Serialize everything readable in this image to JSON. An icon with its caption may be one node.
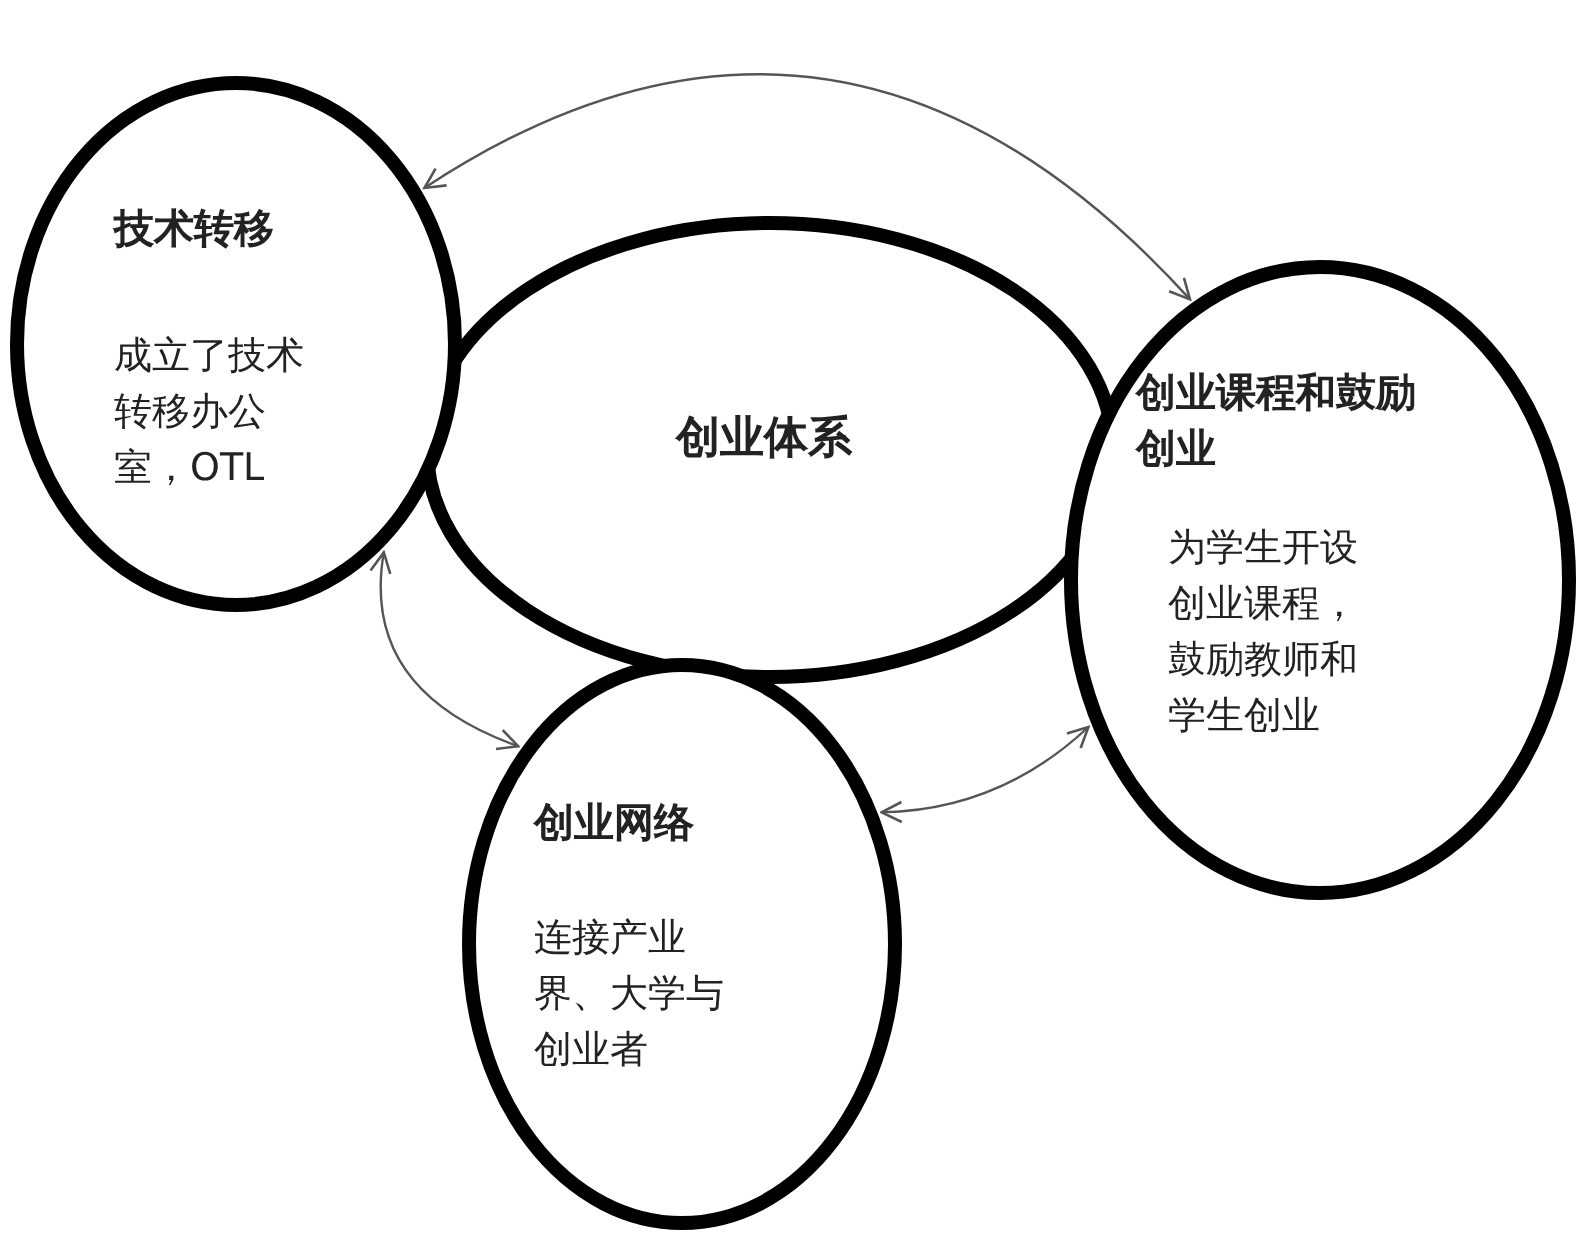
{
  "diagram": {
    "nodes": [
      {
        "text": [
          "技术转移",
          "成立了技术转移办公室，OTL"
        ]
      },
      {
        "text": [
          "创业体系"
        ]
      },
      {
        "text": [
          "创业课程和鼓励创业",
          "为学生开设创业课程，鼓励教师和学生创业"
        ]
      },
      {
        "text": [
          "创业网络",
          "连接产业界、大学与创业者"
        ]
      }
    ],
    "edges": [
      {
        "from": 0,
        "to": 2,
        "arrow": "both"
      },
      {
        "from": 0,
        "to": 3,
        "arrow": "both"
      },
      {
        "from": 2,
        "to": 3,
        "arrow": "both"
      }
    ]
  }
}
